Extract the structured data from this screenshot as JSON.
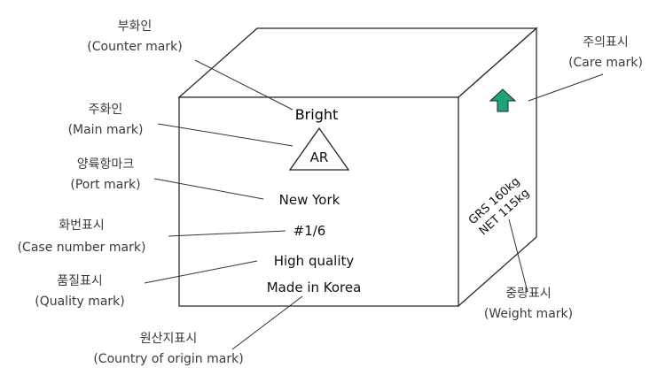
{
  "box_markings": {
    "counter_mark": "Bright",
    "main_mark": "AR",
    "port_mark": "New York",
    "case_number": "#1/6",
    "quality": "High quality",
    "origin": "Made in Korea",
    "weight_gross": "GRS 160kg",
    "weight_net": "NET 115kg"
  },
  "labels": {
    "counter": {
      "ko": "부화인",
      "en": "(Counter mark)"
    },
    "main": {
      "ko": "주화인",
      "en": "(Main mark)"
    },
    "port": {
      "ko": "양륙항마크",
      "en": "(Port mark)"
    },
    "case_number": {
      "ko": "화번표시",
      "en": "(Case number mark)"
    },
    "quality": {
      "ko": "품질표시",
      "en": "(Quality mark)"
    },
    "origin": {
      "ko": "원산지표시",
      "en": "(Country of origin mark)"
    },
    "care": {
      "ko": "주의표시",
      "en": "(Care mark)"
    },
    "weight": {
      "ko": "중량표시",
      "en": "(Weight mark)"
    }
  },
  "colors": {
    "care_arrow": "#1fa27a",
    "line": "#222222",
    "label_text": "#3a3a3a"
  },
  "icons": {
    "care_arrow": "up-arrow-icon"
  }
}
